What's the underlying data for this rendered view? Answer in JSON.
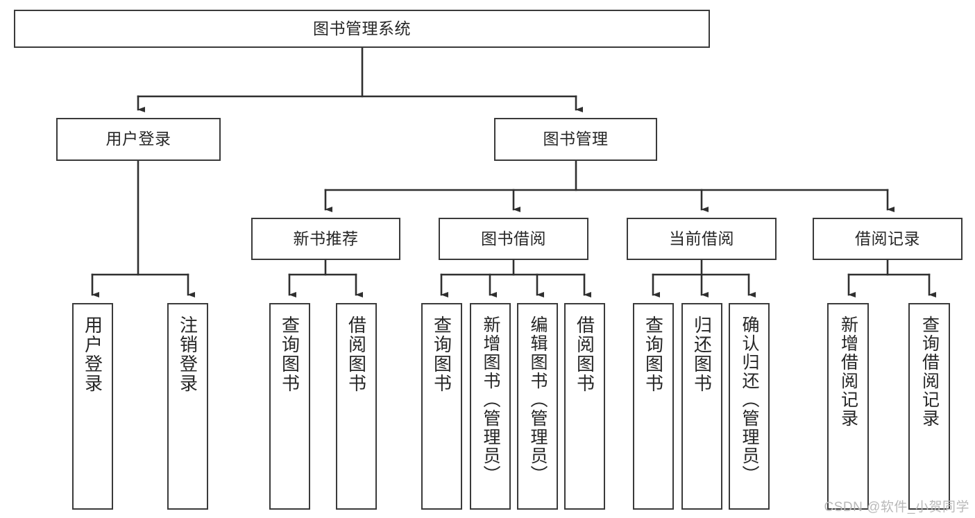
{
  "diagram": {
    "title": "图书管理系统",
    "type": "hierarchy-tree",
    "watermark": "CSDN @软件_小贺同学",
    "colors": {
      "box_border": "#3a3a3a",
      "box_fill": "#ffffff",
      "edge": "#2f2f2f",
      "text": "#262626",
      "watermark": "#b9b9b9"
    },
    "nodes": {
      "root": {
        "label": "图书管理系统"
      },
      "level2": [
        {
          "id": "user-login",
          "label": "用户登录"
        },
        {
          "id": "book-manage",
          "label": "图书管理"
        }
      ],
      "level3": [
        {
          "id": "new-book-recommend",
          "label": "新书推荐"
        },
        {
          "id": "book-borrow",
          "label": "图书借阅"
        },
        {
          "id": "current-borrow",
          "label": "当前借阅"
        },
        {
          "id": "borrow-record",
          "label": "借阅记录"
        }
      ],
      "leaves": {
        "user-login": [
          {
            "id": "leaf-user-login",
            "label": "用户登录"
          },
          {
            "id": "leaf-user-logout",
            "label": "注销登录"
          }
        ],
        "new-book-recommend": [
          {
            "id": "leaf-query-book-1",
            "label": "查询图书"
          },
          {
            "id": "leaf-borrow-book-1",
            "label": "借阅图书"
          }
        ],
        "book-borrow": [
          {
            "id": "leaf-query-book-2",
            "label": "查询图书"
          },
          {
            "id": "leaf-add-book",
            "label": "新增图书（管理员）"
          },
          {
            "id": "leaf-edit-book",
            "label": "编辑图书（管理员）"
          },
          {
            "id": "leaf-borrow-book-2",
            "label": "借阅图书"
          }
        ],
        "current-borrow": [
          {
            "id": "leaf-query-book-3",
            "label": "查询图书"
          },
          {
            "id": "leaf-return-book",
            "label": "归还图书"
          },
          {
            "id": "leaf-confirm-return",
            "label": "确认归还（管理员）"
          }
        ],
        "borrow-record": [
          {
            "id": "leaf-add-record",
            "label": "新增借阅记录"
          },
          {
            "id": "leaf-query-record",
            "label": "查询借阅记录"
          }
        ]
      }
    }
  }
}
